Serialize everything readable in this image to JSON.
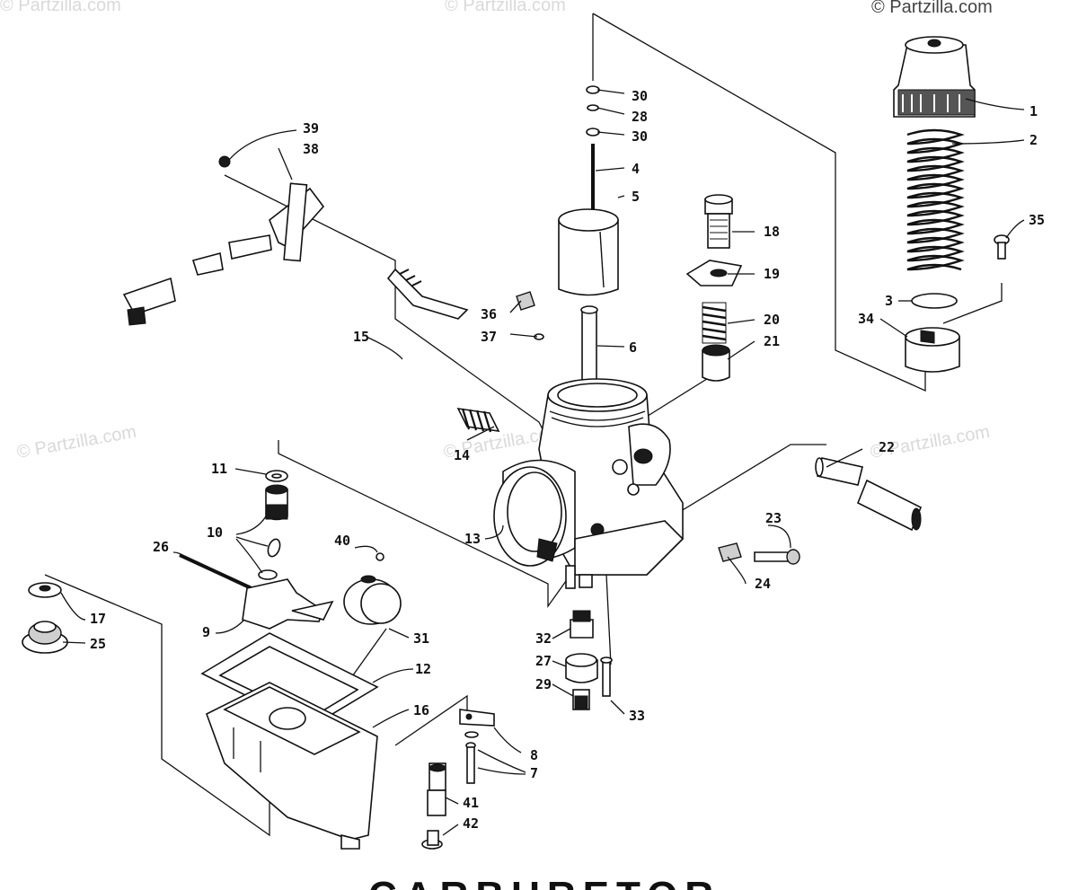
{
  "watermarks": [
    "© Partzilla.com",
    "© Partzilla.com",
    "© Partzilla.com",
    "© Partzilla.com",
    "© Partzilla.com",
    "© Partzilla.com"
  ],
  "diagram_title": "CARBURETOR",
  "callouts": [
    "1",
    "2",
    "3",
    "4",
    "5",
    "6",
    "7",
    "8",
    "9",
    "10",
    "11",
    "12",
    "13",
    "14",
    "15",
    "16",
    "17",
    "18",
    "19",
    "20",
    "21",
    "22",
    "23",
    "24",
    "25",
    "26",
    "27",
    "28",
    "29",
    "30",
    "30",
    "31",
    "32",
    "33",
    "34",
    "35",
    "36",
    "37",
    "38",
    "39",
    "40",
    "41",
    "42"
  ],
  "colors": {
    "ink": "#111111",
    "watermark": "#d9d9d9",
    "background": "#ffffff"
  }
}
